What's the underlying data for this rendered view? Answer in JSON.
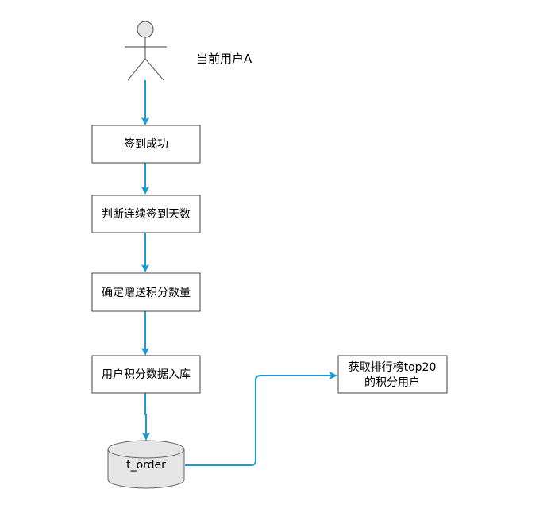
{
  "actor": {
    "label": "当前用户A",
    "icon": "stick-figure-actor"
  },
  "steps": [
    {
      "id": "sign-in-success",
      "label": "签到成功"
    },
    {
      "id": "check-consecutive-days",
      "label": "判断连续签到天数"
    },
    {
      "id": "determine-points",
      "label": "确定赠送积分数量"
    },
    {
      "id": "save-user-points",
      "label": "用户积分数据入库"
    }
  ],
  "database": {
    "label": "t_order"
  },
  "output": {
    "lines": [
      "获取排行榜top20",
      "的积分用户"
    ]
  },
  "colors": {
    "connector": "#1a9ad6",
    "box_border": "#404040",
    "actor_fill": "#e6e6e6",
    "db_fill": "#e6e6e6",
    "text": "#000000"
  }
}
